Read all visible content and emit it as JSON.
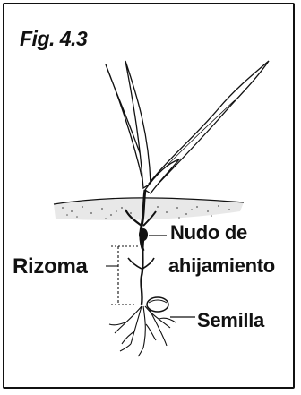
{
  "figure": {
    "label": "Fig. 4.3"
  },
  "labels": {
    "nudo_line1": "Nudo de",
    "nudo_line2": "ahijamiento",
    "rizoma": "Rizoma",
    "semilla": "Semilla"
  },
  "colors": {
    "ink": "#111111",
    "soil": "#8a8a8a",
    "background": "#ffffff"
  }
}
